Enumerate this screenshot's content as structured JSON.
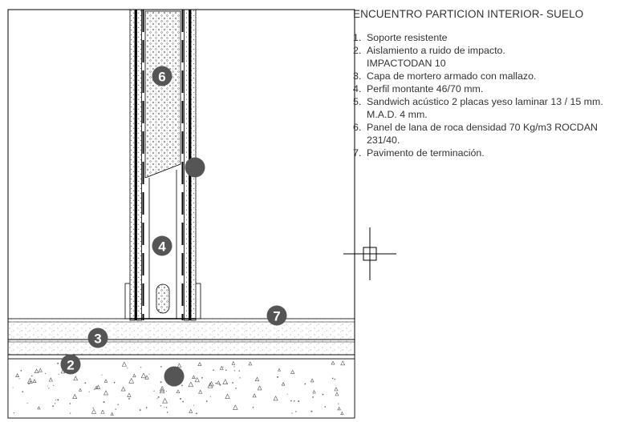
{
  "legend": {
    "title": "ENCUENTRO PARTICION INTERIOR- SUELO",
    "items": [
      {
        "num": "1.",
        "text": "Soporte resistente"
      },
      {
        "num": "2.",
        "text": "Aislamiento a ruido de impacto.\nIMPACTODAN 10"
      },
      {
        "num": "3.",
        "text": "Capa de mortero armado con mallazo."
      },
      {
        "num": "4.",
        "text": "Perfil montante 46/70 mm."
      },
      {
        "num": "5.",
        "text": "Sandwich acústico 2 placas yeso laminar 13 / 15 mm.\nM.A.D. 4 mm."
      },
      {
        "num": "6.",
        "text": "Panel de lana de roca densidad 70 Kg/m3 ROCDAN\n231/40."
      },
      {
        "num": "7.",
        "text": "Pavimento de terminación."
      }
    ]
  },
  "markers": {
    "m6": "6",
    "m5": "",
    "m4": "4",
    "m7": "7",
    "m3": "3",
    "m2": "2",
    "m1": ""
  },
  "colors": {
    "line": "#000000",
    "marker": "#555555",
    "dots": "#777777"
  }
}
